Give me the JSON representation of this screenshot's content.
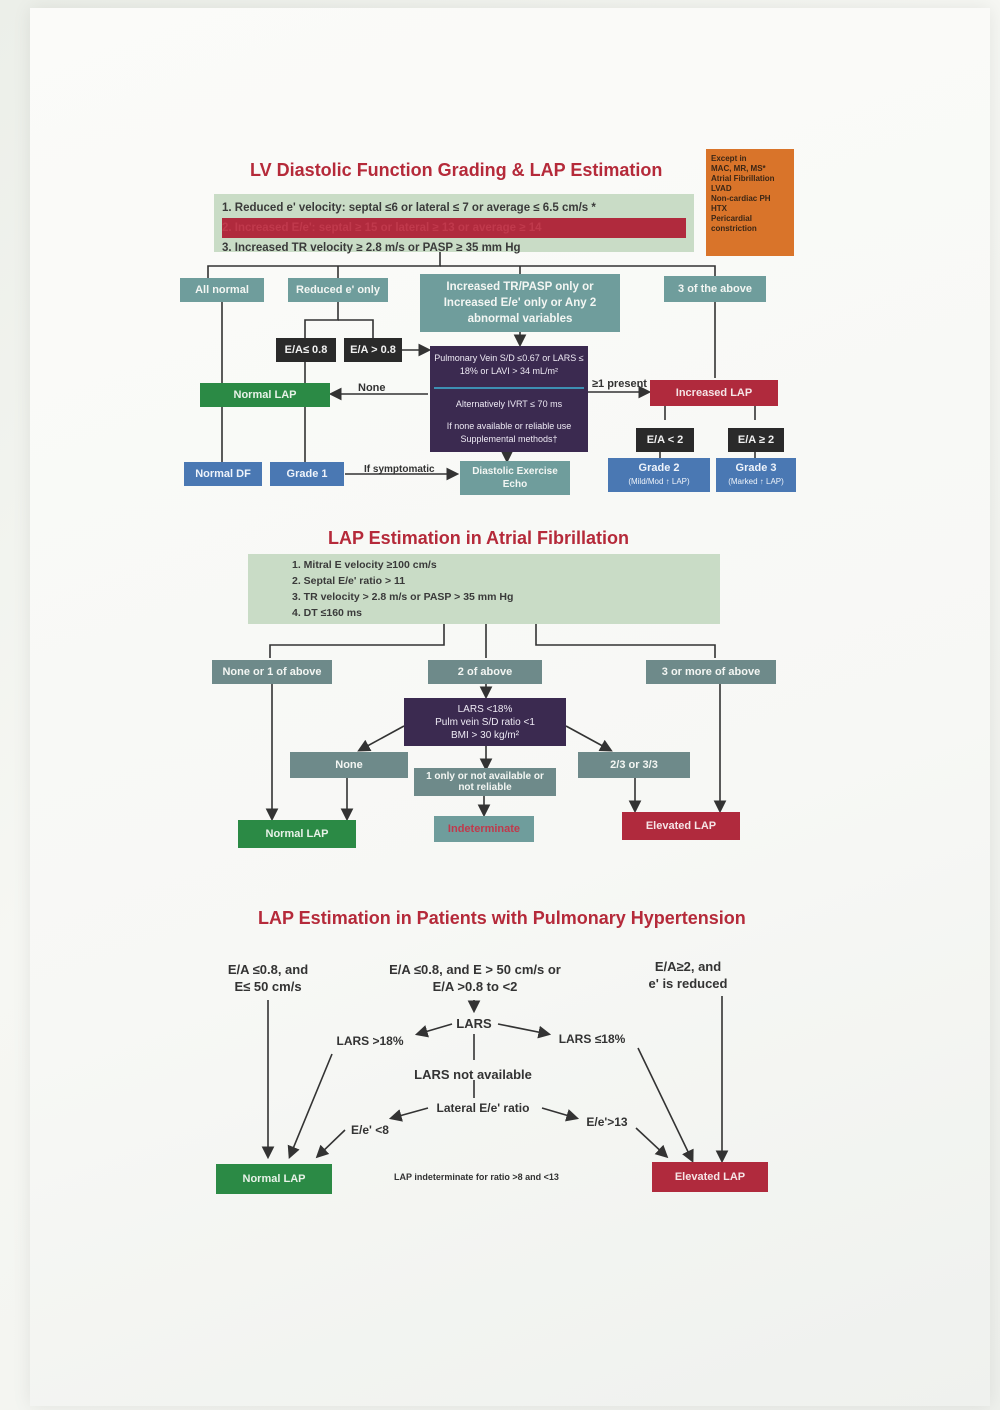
{
  "section1": {
    "title": "LV Diastolic Function Grading & LAP Estimation",
    "criteria": [
      "1. Reduced e' velocity: septal ≤6 or lateral ≤ 7 or average ≤ 6.5 cm/s *",
      "2. Increased E/e': septal ≥ 15 or lateral ≥ 13 or average ≥ 14",
      "3. Increased TR velocity ≥ 2.8 m/s or PASP ≥ 35 mm Hg"
    ],
    "exceptions": [
      "Except in",
      "MAC, MR, MS*",
      "Atrial Fibrillation",
      "LVAD",
      "Non-cardiac PH",
      "HTX",
      "Pericardial",
      "constriction"
    ],
    "all_normal": "All normal",
    "reduced_e_only": "Reduced e' only",
    "increased_tr": "Increased TR/PASP only or Increased E/e' only or Any 2 abnormal variables",
    "three_above": "3 of the above",
    "ea_le": "E/A≤ 0.8",
    "ea_gt": "E/A > 0.8",
    "pv_top": "Pulmonary Vein S/D ≤0.67 or LARS ≤ 18% or LAVI > 34 mL/m²",
    "pv_alt": "Alternatively IVRT ≤ 70 ms",
    "pv_none": "If none available or reliable use Supplemental methods†",
    "none_label": "None",
    "present_label": "≥1 present",
    "normal_lap": "Normal LAP",
    "increased_lap": "Increased LAP",
    "ea_lt2": "E/A < 2",
    "ea_ge2": "E/A ≥ 2",
    "normal_df": "Normal DF",
    "grade1": "Grade 1",
    "if_symptomatic": "If symptomatic",
    "diastolic_echo": "Diastolic Exercise Echo",
    "grade2": "Grade 2",
    "grade2_sub": "(Mild/Mod ↑ LAP)",
    "grade3": "Grade 3",
    "grade3_sub": "(Marked ↑ LAP)"
  },
  "section2": {
    "title": "LAP Estimation in Atrial Fibrillation",
    "criteria": [
      "1. Mitral E velocity ≥100 cm/s",
      "2. Septal E/e' ratio > 11",
      "3. TR velocity > 2.8 m/s or PASP > 35 mm Hg",
      "4. DT ≤160 ms"
    ],
    "none_or_1": "None or 1 of above",
    "two_above": "2 of above",
    "three_more": "3 or more of above",
    "lars_box": [
      "LARS <18%",
      "Pulm vein S/D ratio <1",
      "BMI > 30 kg/m²"
    ],
    "none": "None",
    "one_only": "1 only or not available or not reliable",
    "two_three": "2/3 or 3/3",
    "normal_lap": "Normal LAP",
    "indeterminate": "Indeterminate",
    "elevated_lap": "Elevated LAP"
  },
  "section3": {
    "title": "LAP Estimation in Patients with Pulmonary Hypertension",
    "left_top": [
      "E/A ≤0.8, and",
      "E≤ 50 cm/s"
    ],
    "mid_top": [
      "E/A ≤0.8, and E > 50 cm/s or",
      "E/A >0.8 to <2"
    ],
    "right_top": [
      "E/A≥2, and",
      "e' is reduced"
    ],
    "lars": "LARS",
    "lars_gt": "LARS >18%",
    "lars_le": "LARS ≤18%",
    "lars_na": "LARS not available",
    "lateral": "Lateral E/e' ratio",
    "ee_lt8": "E/e' <8",
    "ee_gt13": "E/e'>13",
    "normal_lap": "Normal LAP",
    "indeterminate_note": "LAP indeterminate for ratio >8 and <13",
    "elevated_lap": "Elevated LAP"
  }
}
